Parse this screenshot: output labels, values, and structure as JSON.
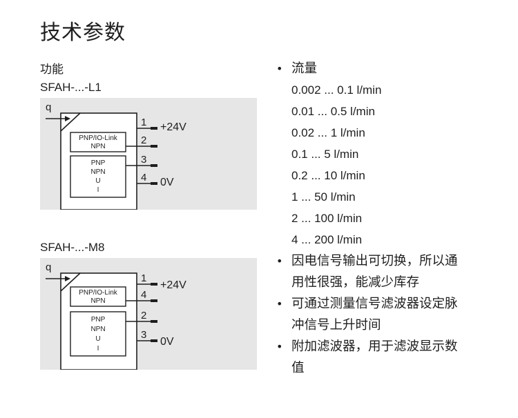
{
  "page": {
    "title": "技术参数"
  },
  "left": {
    "function_label": "功能",
    "model1": "SFAH-...-L1",
    "model2": "SFAH-...-M8"
  },
  "diagram1": {
    "q": "q",
    "box1": [
      "PNP/IO-Link",
      "NPN"
    ],
    "box2": [
      "PNP",
      "NPN",
      "U",
      "I"
    ],
    "pins": [
      "1",
      "2",
      "3",
      "4"
    ],
    "v_plus": "+24V",
    "v_zero": "0V"
  },
  "diagram2": {
    "q": "q",
    "box1": [
      "PNP/IO-Link",
      "NPN"
    ],
    "box2": [
      "PNP",
      "NPN",
      "U",
      "I"
    ],
    "pins": [
      "1",
      "4",
      "2",
      "3"
    ],
    "v_plus": "+24V",
    "v_zero": "0V"
  },
  "right": {
    "flow_heading": "流量",
    "flow_ranges": [
      "0.002 ... 0.1 l/min",
      "0.01 ... 0.5 l/min",
      "0.02 ... 1 l/min",
      "0.1 ... 5 l/min",
      "0.2 ... 10 l/min",
      "1 ... 50 l/min",
      "2 ... 100 l/min",
      "4 ... 200 l/min"
    ],
    "bullets": [
      [
        "因电信号输出可切换，所以通",
        "用性很强，能减少库存"
      ],
      [
        "可通过测量信号滤波器设定脉",
        "冲信号上升时间"
      ],
      [
        "附加滤波器，用于滤波显示数",
        "值"
      ]
    ],
    "bullet_symbol": "•"
  },
  "colors": {
    "diagram_bg": "#e6e6e6",
    "line": "#1e1e1e"
  }
}
